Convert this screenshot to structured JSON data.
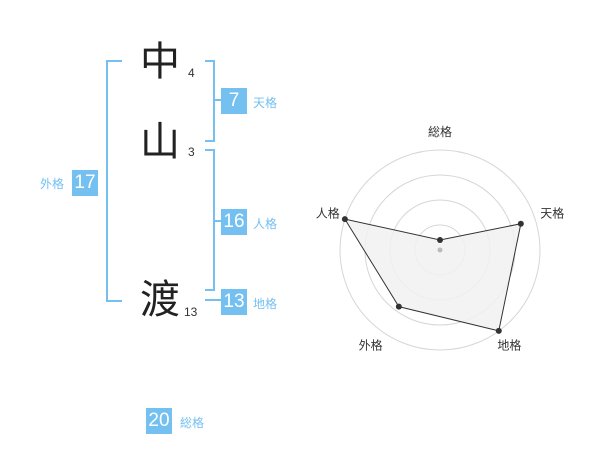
{
  "name": {
    "kanji": [
      {
        "char": "中",
        "strokes": "4"
      },
      {
        "char": "山",
        "strokes": "3"
      },
      {
        "char": "渡",
        "strokes": "13"
      }
    ]
  },
  "kakusu": {
    "tenkaku": {
      "value": "7",
      "label": "天格"
    },
    "jinkaku": {
      "value": "16",
      "label": "人格"
    },
    "chikaku": {
      "value": "13",
      "label": "地格"
    },
    "gaikaku": {
      "value": "17",
      "label": "外格"
    },
    "soukaku": {
      "value": "20",
      "label": "総格"
    }
  },
  "colors": {
    "accent": "#74c0f1",
    "text": "#222222",
    "radar_fill": "#f1f1f1",
    "radar_stroke": "#333333"
  },
  "chart_data": {
    "type": "radar",
    "axes": [
      "総格",
      "天格",
      "地格",
      "外格",
      "人格"
    ],
    "values": [
      0.1,
      0.85,
      1.0,
      0.7,
      1.0
    ],
    "range": [
      0,
      1
    ],
    "rings": 4
  }
}
